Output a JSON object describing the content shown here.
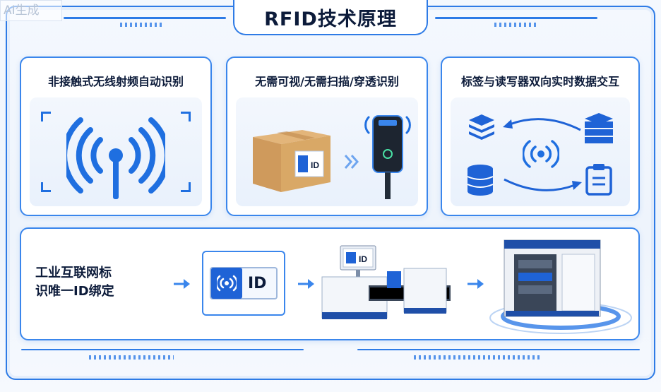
{
  "watermark": "AI生成",
  "title": "RFID技术原理",
  "panels": [
    {
      "title": "非接触式无线射频自动识别"
    },
    {
      "title": "无需可视/无需扫描/穿透识别",
      "tag_text": "ID"
    },
    {
      "title": "标签与读写器双向实时数据交互"
    }
  ],
  "bottom": {
    "label_line1": "工业互联网标",
    "label_line2": "识唯一ID绑定",
    "id_text": "ID",
    "monitor_text": "ID"
  },
  "colors": {
    "accent": "#2e7be6",
    "dark_blue": "#1f63d6",
    "text": "#0c1b3a"
  }
}
